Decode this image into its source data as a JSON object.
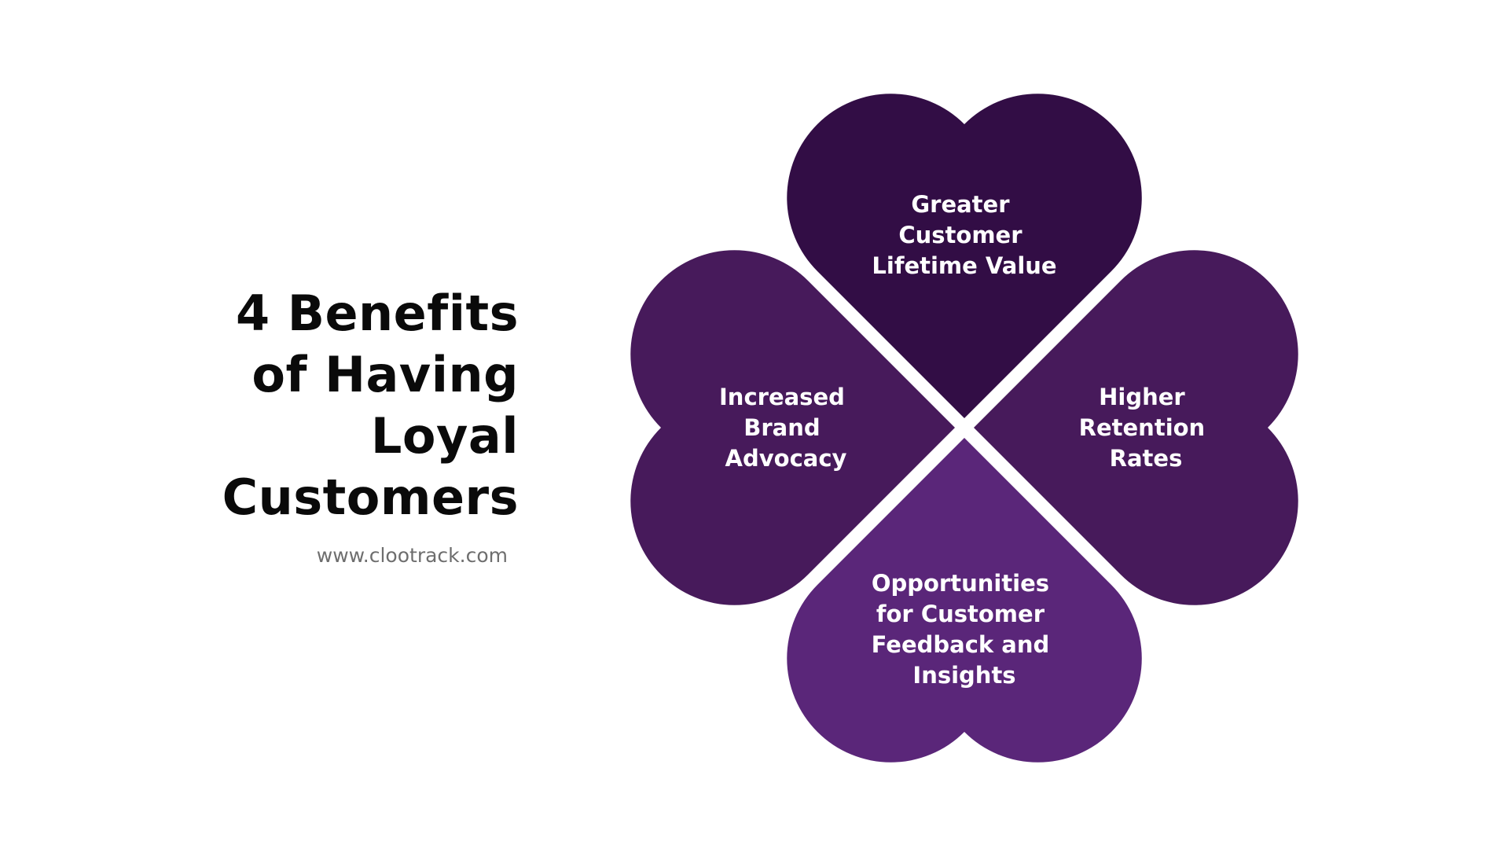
{
  "title": {
    "lines": [
      "4 Benefits",
      "of Having",
      "Loyal",
      "Customers"
    ]
  },
  "website": "www.clootrack.com",
  "colors": {
    "top": "#320d45",
    "left": "#471a5b",
    "right": "#471a5b",
    "bottom": "#5a2679",
    "text_on_petal": "#ffffff",
    "title": "#0a0a0a",
    "website": "#6e6e6e"
  },
  "petals": {
    "top": {
      "lines": [
        "Greater",
        "Customer",
        "Lifetime Value"
      ]
    },
    "left": {
      "lines": [
        "Increased",
        "Brand",
        "Advocacy"
      ]
    },
    "right": {
      "lines": [
        "Higher",
        "Retention",
        "Rates"
      ]
    },
    "bottom": {
      "lines": [
        "Opportunities",
        "for Customer",
        "Feedback and",
        "Insights"
      ]
    }
  }
}
